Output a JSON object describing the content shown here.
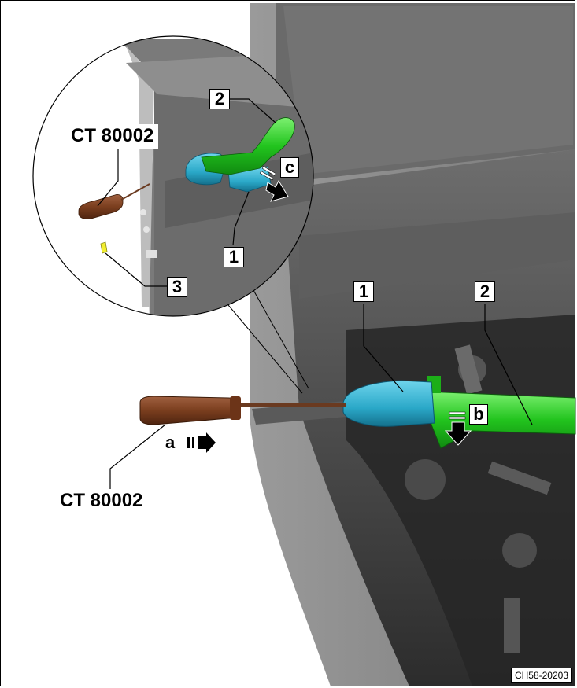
{
  "labels": {
    "part_1": "1",
    "part_2": "2",
    "part_3": "3",
    "tool": "CT 80002",
    "step_a": "a",
    "step_b": "b",
    "step_c": "c"
  },
  "figure_id": "CH58-20203",
  "colors": {
    "door_panel": "#8c8c8c",
    "dark_background": "#3a3a3a",
    "cap_blue": "#2aa8c8",
    "handle_green": "#22c41e",
    "tool_brown": "#7a3e1e",
    "clip_yellow": "#f2ee30"
  }
}
